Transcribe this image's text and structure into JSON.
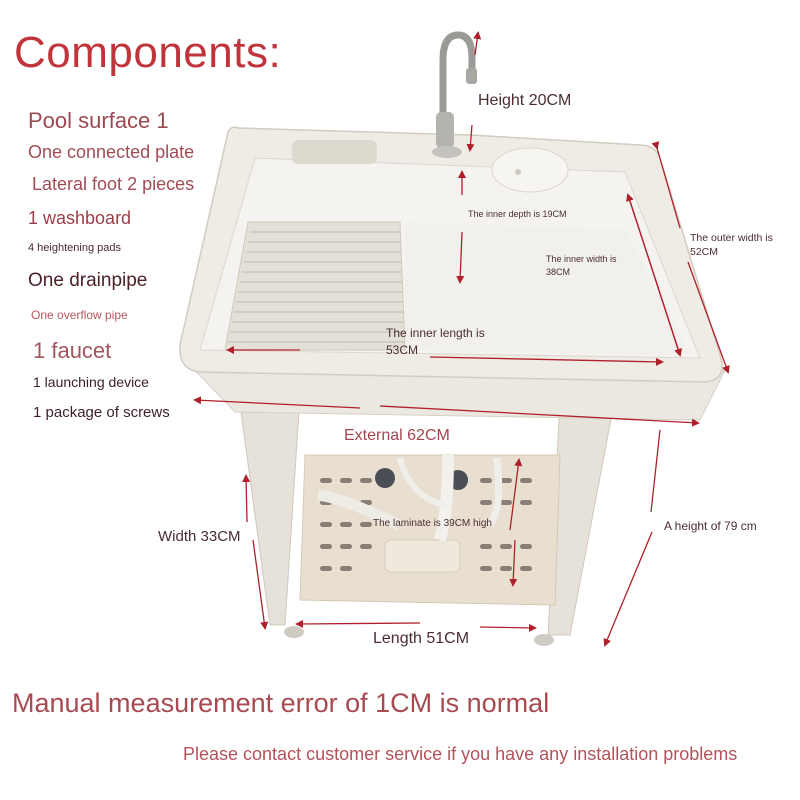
{
  "title": "Components:",
  "components": [
    "Pool surface 1",
    "One connected plate",
    "Lateral foot 2 pieces",
    "1 washboard",
    "4 heightening pads",
    "One drainpipe",
    "One overflow pipe",
    "1 faucet",
    "1 launching device",
    "1 package of screws"
  ],
  "dimensions": {
    "faucet_height": "Height 20CM",
    "inner_depth": "The inner depth is 19CM",
    "inner_width_line1": "The inner width is",
    "inner_width_line2": "38CM",
    "outer_width_line1": "The outer width is",
    "outer_width_line2": "52CM",
    "inner_length_line1": "The inner length is",
    "inner_length_line2": "53CM",
    "external": "External 62CM",
    "width": "Width 33CM",
    "laminate": "The laminate is 39CM high",
    "total_height": "A height of 79 cm",
    "length": "Length 51CM"
  },
  "notes": {
    "measurement_error": "Manual measurement error of 1CM is normal",
    "contact": "Please contact customer service if you have any installation problems"
  },
  "colors": {
    "title_red": "#c0343c",
    "text_rose": "#a04c55",
    "text_dark": "#4b2d31",
    "arrow_red": "#b0202a",
    "sink_body": "#ece9e2",
    "sink_shadow": "#d8d3c8"
  }
}
